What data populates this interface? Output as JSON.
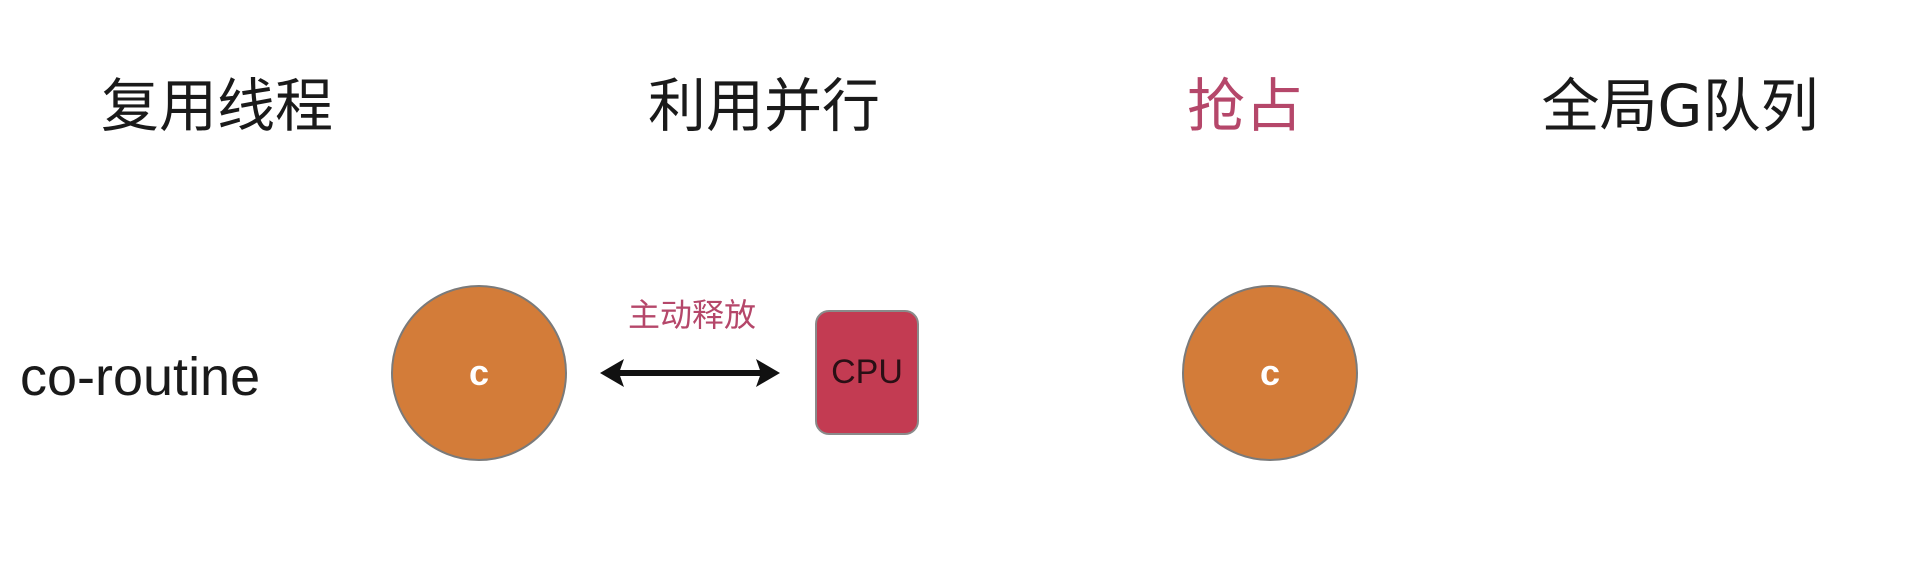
{
  "headings": [
    {
      "text": "复用线程",
      "color": "#1a1a1a"
    },
    {
      "text": "利用并行",
      "color": "#1a1a1a"
    },
    {
      "text": "抢占",
      "color": "#b5476a"
    },
    {
      "text": "全局G队列",
      "color": "#1a1a1a"
    }
  ],
  "row_label": "co-routine",
  "coroutine_label": "c",
  "arrow_label": "主动释放",
  "cpu_label": "CPU",
  "colors": {
    "coroutine_fill": "#d37c39",
    "cpu_fill": "#c33b52",
    "accent": "#b5476a",
    "text": "#1a1a1a"
  }
}
